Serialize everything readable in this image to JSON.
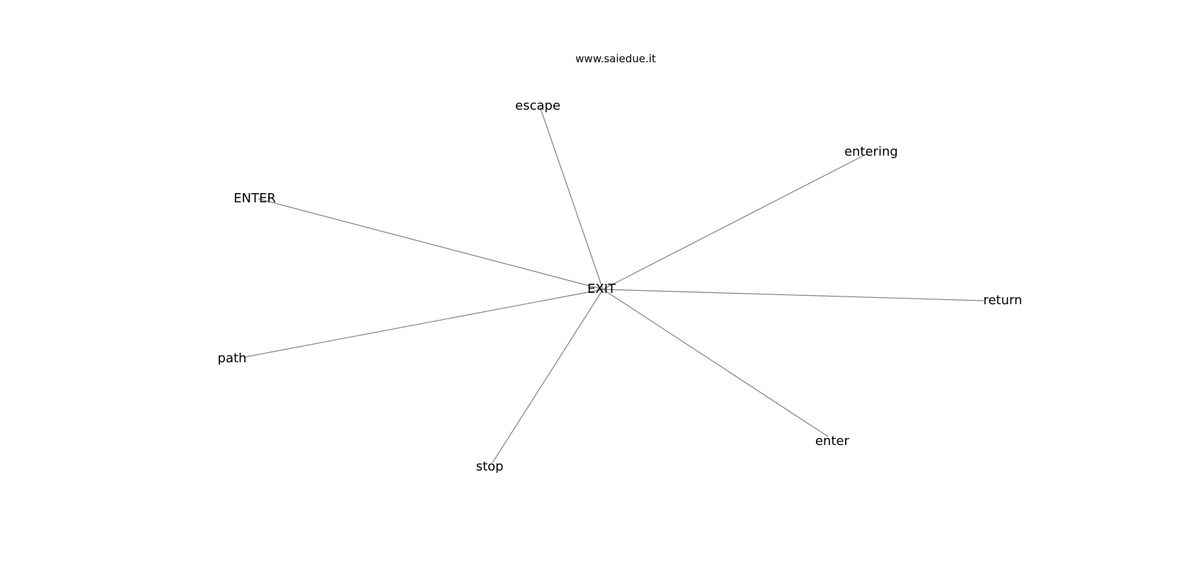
{
  "title": "www.saiedue.it",
  "center": "EXIT",
  "nodes": [
    "escape",
    "entering",
    "ENTER",
    "return",
    "path",
    "enter",
    "stop"
  ],
  "colors": {
    "edge": "#808080",
    "text": "#000000",
    "background": "#ffffff"
  }
}
